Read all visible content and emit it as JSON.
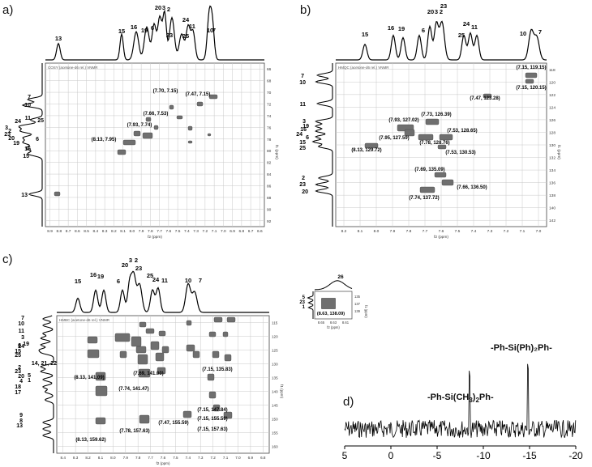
{
  "panels": {
    "a": {
      "letter": "a)",
      "header": "COSY (acetone-d6 rel.) VNMR",
      "xlabel": "f2 (ppm)",
      "ylabel": "f1 (ppm)",
      "xticks": [
        "8.9",
        "8.8",
        "8.7",
        "8.6",
        "8.5",
        "8.4",
        "8.3",
        "8.2",
        "8.1",
        "8.0",
        "7.9",
        "7.8",
        "7.7",
        "7.6",
        "7.5",
        "7.4",
        "7.3",
        "7.2",
        "7.1",
        "7.0",
        "6.9",
        "6.8",
        "6.7",
        "6.6"
      ],
      "yticks": [
        "66",
        "68",
        "70",
        "72",
        "74",
        "76",
        "78",
        "80",
        "82",
        "84",
        "86",
        "88",
        "90",
        "92"
      ],
      "top_peaks": [
        "13",
        "15",
        "16",
        "19",
        "6",
        "20",
        "3",
        "2",
        "23",
        "25",
        "24",
        "11",
        "10",
        "7"
      ],
      "side_peaks": [
        "7",
        "10",
        "11",
        "24",
        "25",
        "3",
        "2",
        "23",
        "20",
        "6",
        "19",
        "16",
        "15",
        "13"
      ],
      "crosspeaks": [
        {
          "label": "(7.70, 7.15)"
        },
        {
          "label": "(7.47, 7.15)"
        },
        {
          "label": "(7.66, 7.53)"
        },
        {
          "label": "(7.93, 7.74)"
        },
        {
          "label": "(8.13, 7.95)"
        }
      ]
    },
    "b": {
      "letter": "b)",
      "header": "HMQC (acetone-d6 rel.) VNMR",
      "xlabel": "f2 (ppm)",
      "ylabel": "f1 (ppm)",
      "xticks": [
        "8.2",
        "8.1",
        "8.0",
        "7.9",
        "7.8",
        "7.7",
        "7.6",
        "7.5",
        "7.4",
        "7.3",
        "7.2",
        "7.1",
        "7.0"
      ],
      "yticks": [
        "118",
        "120",
        "122",
        "124",
        "126",
        "128",
        "130",
        "132",
        "134",
        "136",
        "138",
        "140",
        "142"
      ],
      "top_peaks": [
        "15",
        "16",
        "19",
        "6",
        "20",
        "3",
        "2",
        "23",
        "25",
        "24",
        "11",
        "10",
        "7"
      ],
      "side_peaks": [
        "7",
        "10",
        "11",
        "3",
        "19",
        "16",
        "24",
        "6",
        "15",
        "25",
        "2",
        "23",
        "20"
      ],
      "crosspeaks": [
        {
          "label": "(7.15, 119.15)"
        },
        {
          "label": "(7.15, 120.15)"
        },
        {
          "label": "(7.47, 123.28)"
        },
        {
          "label": "(7.93, 127.02)"
        },
        {
          "label": "(7.73, 126.39)"
        },
        {
          "label": "(7.95, 127.59)"
        },
        {
          "label": "(7.78, 128.76)"
        },
        {
          "label": "(7.53, 128.65)"
        },
        {
          "label": "(8.13, 129.72)"
        },
        {
          "label": "(7.53, 130.53)"
        },
        {
          "label": "(7.69, 135.09)"
        },
        {
          "label": "(7.66, 136.50)"
        },
        {
          "label": "(7.74, 137.72)"
        }
      ]
    },
    "c": {
      "letter": "c)",
      "header": "HMBC (acetone-d6 rel.) VNMR",
      "xlabel": "f2 (ppm)",
      "ylabel": "f1 (ppm)",
      "xticks": [
        "8.4",
        "8.3",
        "8.2",
        "8.1",
        "8.0",
        "7.9",
        "7.8",
        "7.7",
        "7.6",
        "7.5",
        "7.4",
        "7.3",
        "7.2",
        "7.1",
        "7.0",
        "6.9",
        "6.8"
      ],
      "yticks": [
        "115",
        "120",
        "125",
        "130",
        "135",
        "140",
        "145",
        "150",
        "155",
        "160"
      ],
      "top_peaks": [
        "15",
        "16",
        "19",
        "6",
        "20",
        "3",
        "2",
        "23",
        "25",
        "24",
        "11",
        "10",
        "7"
      ],
      "side_peaks": [
        "7",
        "10",
        "11",
        "3",
        "19",
        "6",
        "24",
        "15",
        "25",
        "14, 21, 22",
        "2",
        "23",
        "5",
        "20",
        "1",
        "4",
        "18",
        "17",
        "9",
        "8",
        "13"
      ],
      "crosspeaks": [
        {
          "label": "(8.13, 141.09)"
        },
        {
          "label": "(7.74, 141.47)"
        },
        {
          "label": "(7.69, 141.00)"
        },
        {
          "label": "(7.15, 135.83)"
        },
        {
          "label": "(7.15, 147.84)"
        },
        {
          "label": "(7.15, 155.59)"
        },
        {
          "label": "(7.47, 155.59)"
        },
        {
          "label": "(7.15, 157.63)"
        },
        {
          "label": "(7.78, 157.63)"
        },
        {
          "label": "(8.13, 159.62)"
        }
      ]
    },
    "inset": {
      "peak": "26",
      "side_peaks": [
        "5",
        "23",
        "1"
      ],
      "xticks": [
        "8.65",
        "8.63",
        "8.61"
      ],
      "yticks": [
        "135",
        "137",
        "139"
      ],
      "xlabel": "f2 (ppm)",
      "ylabel": "f1 (ppm)",
      "crosspeak": "(8.63, 138.09)"
    },
    "d": {
      "letter": "d)",
      "label_dimethyl_pre": "-Ph-Si(CH",
      "label_dimethyl_sub": "3",
      "label_dimethyl_post": ")",
      "label_dimethyl_sub2": "2",
      "label_dimethyl_end": "Ph-",
      "label_diphenyl": "-Ph-Si(Ph)₂Ph-",
      "xticks": [
        "5",
        "0",
        "-5",
        "-10",
        "-15",
        "-20"
      ]
    }
  }
}
